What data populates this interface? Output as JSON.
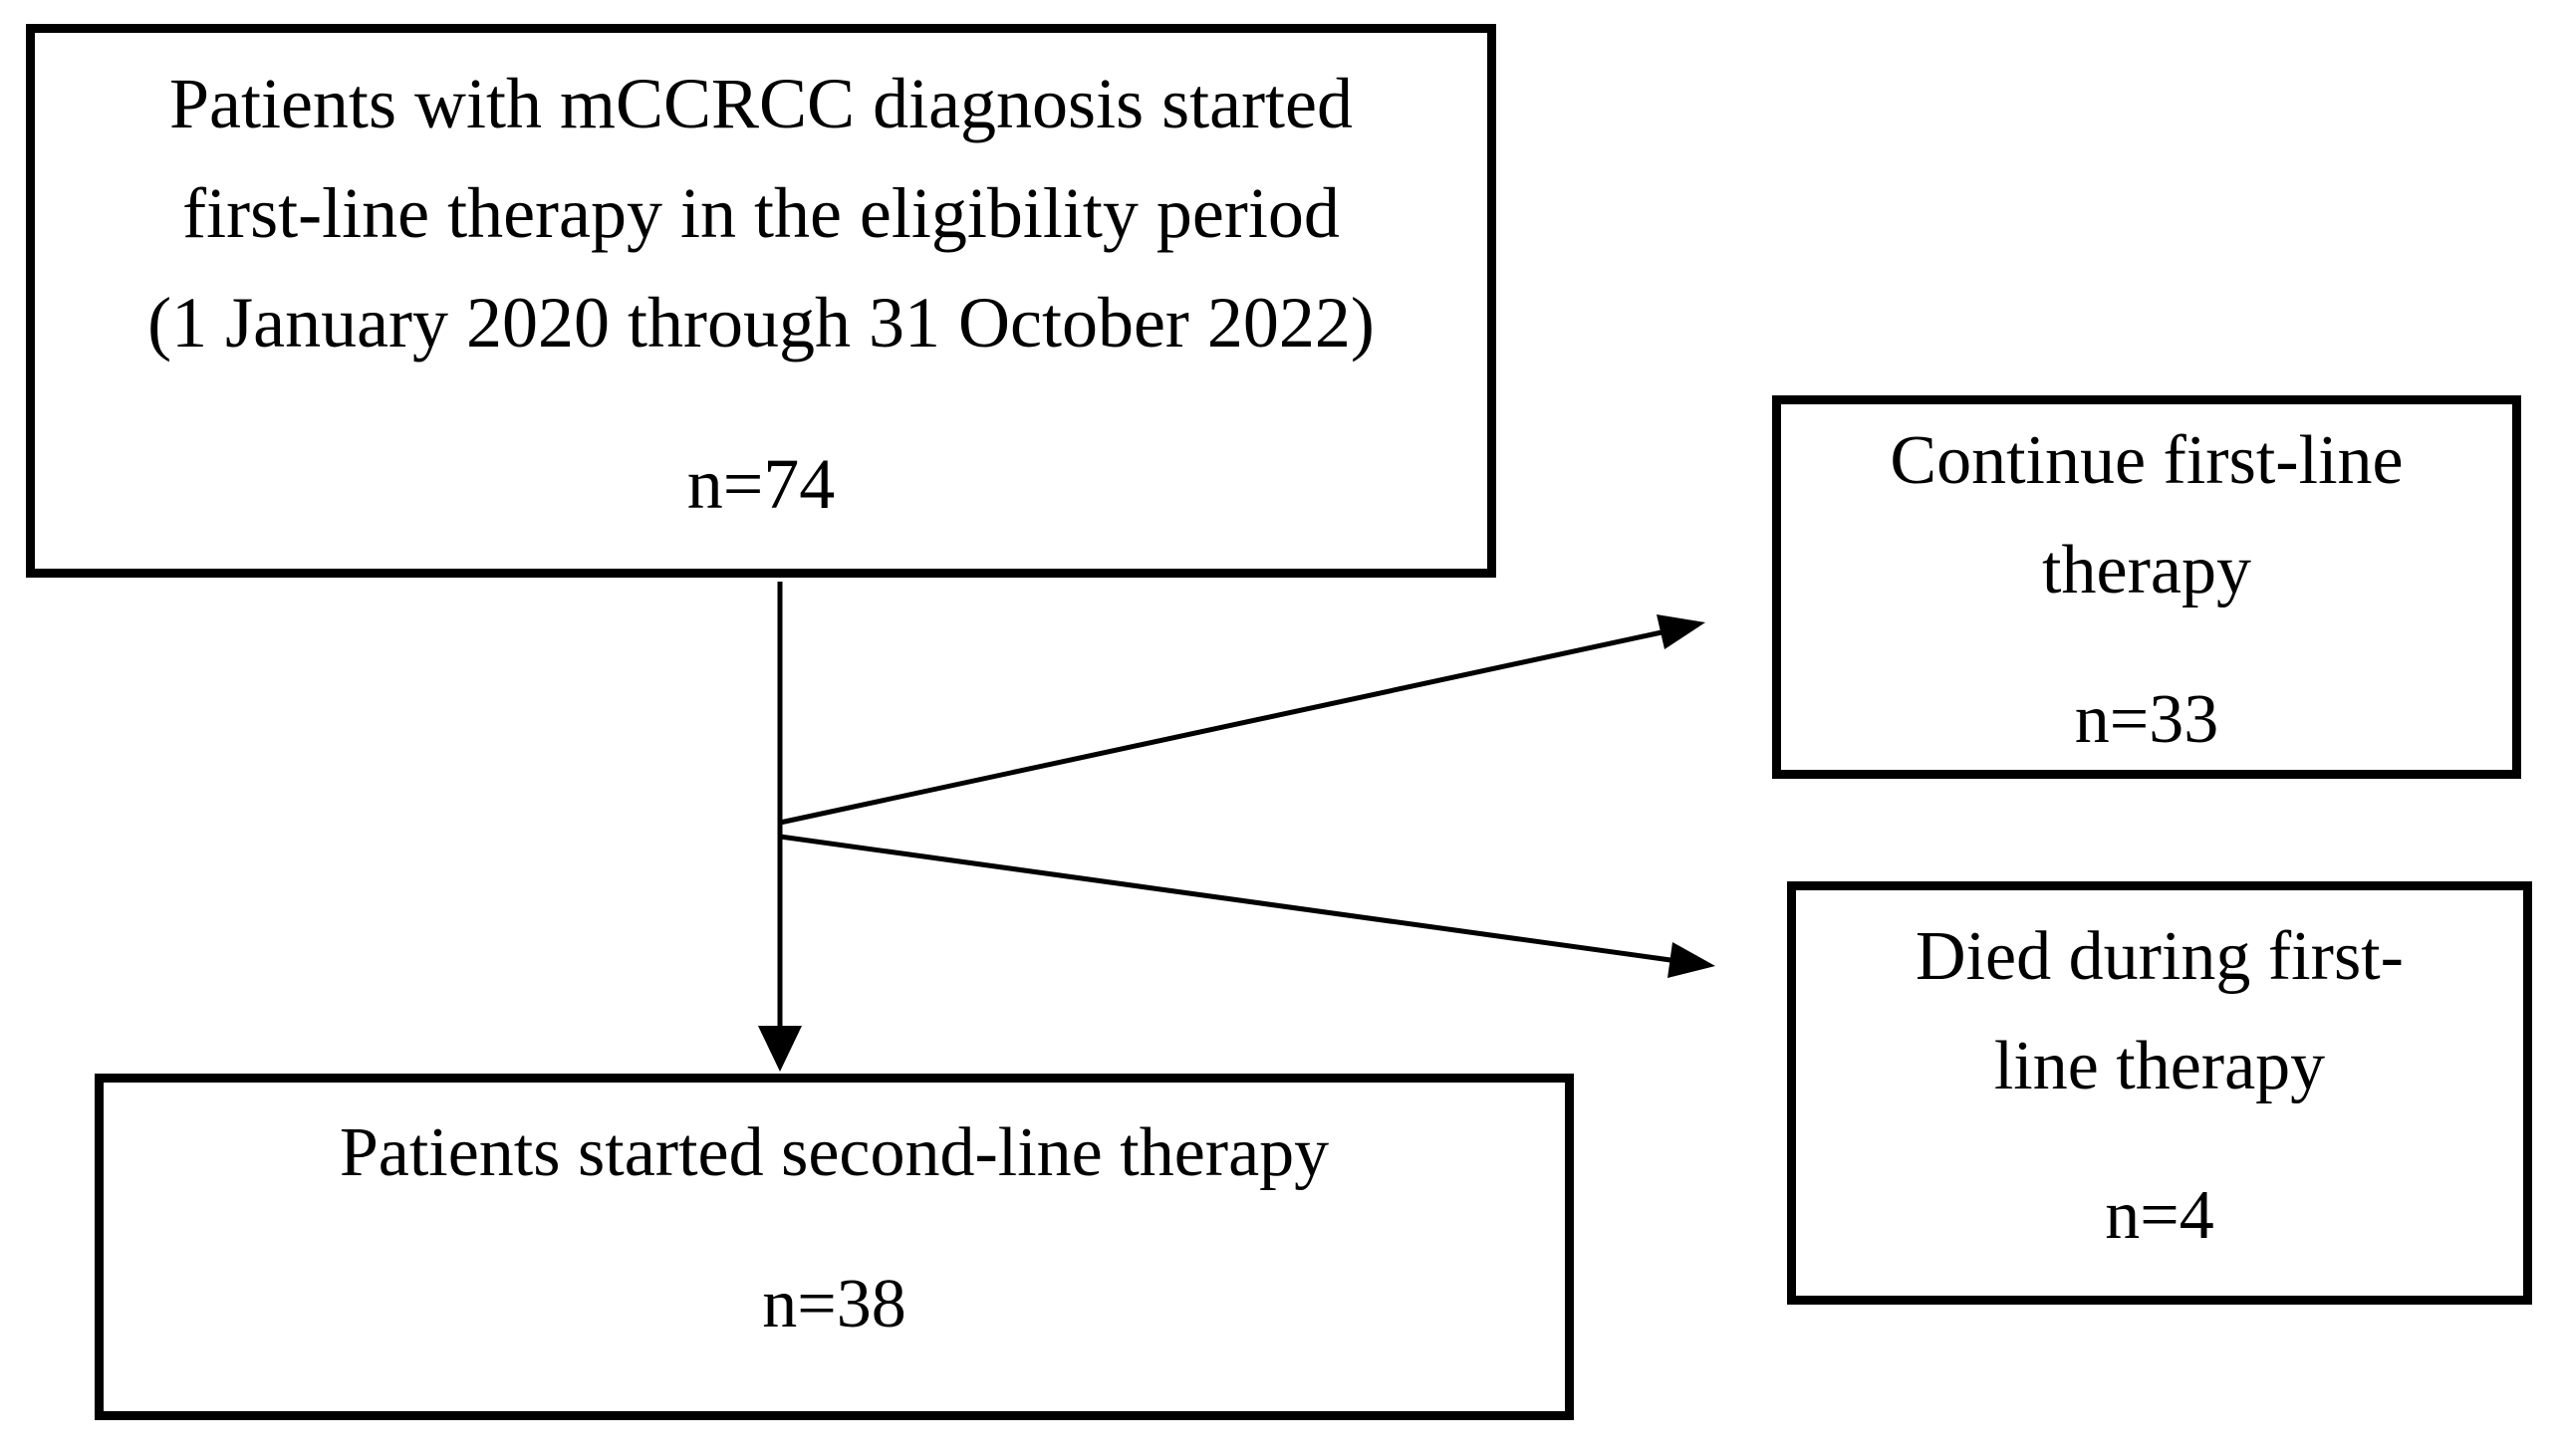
{
  "diagram": {
    "type": "flowchart",
    "colors": {
      "box_border": "#000000",
      "box_fill": "#ffffff",
      "text": "#000000",
      "arrow": "#000000"
    },
    "boxes": {
      "eligible": {
        "lines": [
          "Patients with mCCRCC diagnosis started",
          "first-line therapy in the eligibility period",
          "(1 January 2020 through 31 October 2022)"
        ],
        "count": "n=74"
      },
      "continue": {
        "lines": [
          "Continue first-line",
          "therapy"
        ],
        "count": "n=33"
      },
      "died": {
        "lines": [
          "Died during first-",
          "line therapy"
        ],
        "count": "n=4"
      },
      "second_line": {
        "lines": [
          "Patients started second-line therapy"
        ],
        "count": "n=38"
      }
    },
    "arrows": [
      {
        "from": "eligible",
        "to": "second_line",
        "direction": "down"
      },
      {
        "from": "eligible",
        "to": "continue",
        "direction": "up-right"
      },
      {
        "from": "eligible",
        "to": "died",
        "direction": "down-right"
      }
    ]
  }
}
